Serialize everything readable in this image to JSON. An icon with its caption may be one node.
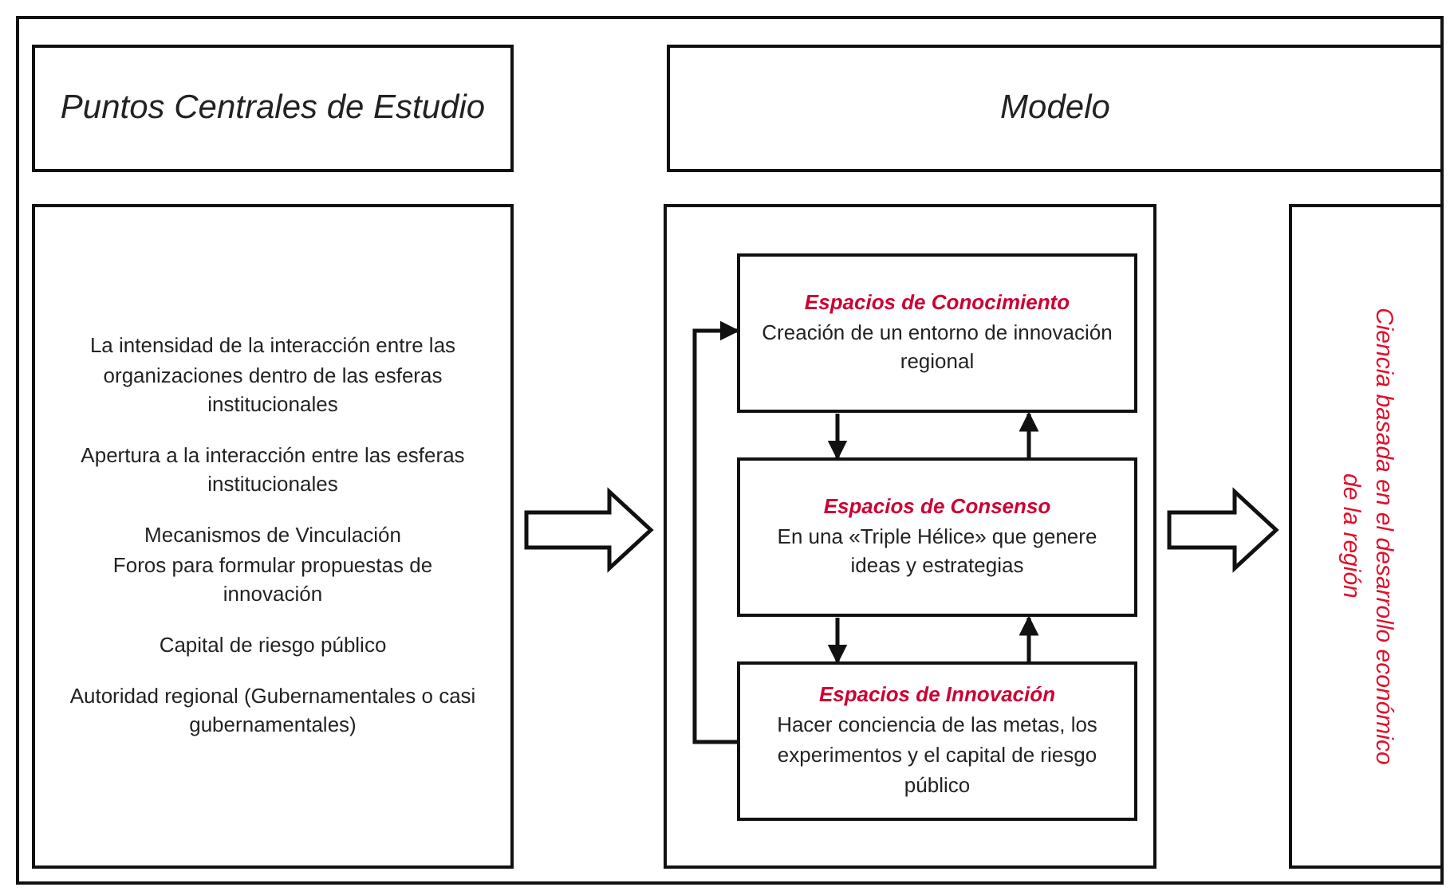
{
  "diagram": {
    "nodes": [
      {
        "text": [
          "Puntos Centrales de Estudio"
        ]
      },
      {
        "text": [
          "Modelo"
        ]
      },
      {
        "text": [
          "La intensidad de la interacción entre las organizaciones dentro de las esferas institucionales",
          "Apertura a la interacción entre las esferas institucionales",
          "Mecanismos de Vinculación",
          "Foros para formular propuestas de innovación",
          "Capital de riesgo público",
          "Autoridad regional (Gubernamentales o casi gubernamentales)"
        ]
      },
      {
        "text": [],
        "shape": "box"
      },
      {
        "text": [
          "Espacios de Conocimiento",
          "Creación de un entorno de innovación regional"
        ],
        "in": 3
      },
      {
        "text": [
          "Espacios de Consenso",
          "En una «Triple Hélice» que genere ideas y estrategias"
        ],
        "in": 3
      },
      {
        "text": [
          "Espacios de Innovación",
          "Hacer conciencia de las metas, los experimentos y el capital de riesgo público"
        ],
        "in": 3
      },
      {
        "text": [
          "Ciencia basada en el desarrollo económico de la región"
        ]
      }
    ],
    "edges": [
      {
        "from": 2,
        "to": 3,
        "arrow": "to",
        "style": "thick"
      },
      {
        "from": 3,
        "to": 7,
        "arrow": "to",
        "style": "thick"
      },
      {
        "from": 4,
        "to": 5,
        "arrow": "to"
      },
      {
        "from": 5,
        "to": 4,
        "arrow": "to"
      },
      {
        "from": 5,
        "to": 6,
        "arrow": "to"
      },
      {
        "from": 6,
        "to": 5,
        "arrow": "to"
      },
      {
        "from": 6,
        "to": 4,
        "arrow": "to"
      }
    ]
  }
}
